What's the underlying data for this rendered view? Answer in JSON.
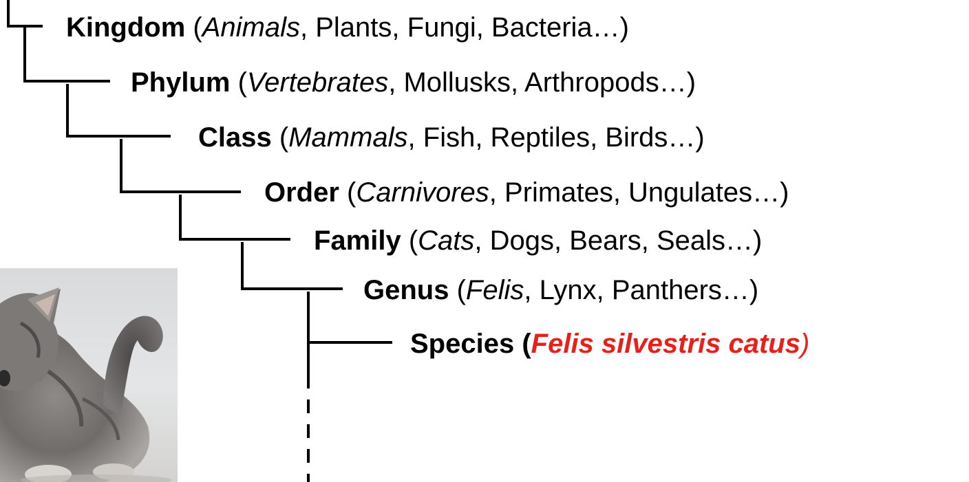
{
  "colors": {
    "line": "#000000",
    "highlight": "#e8201a"
  },
  "ranks": [
    {
      "name": "Kingdom",
      "open": " (",
      "highlight": "Animals",
      "rest": ", Plants, Fungi, Bacteria…)",
      "close": ""
    },
    {
      "name": "Phylum",
      "open": " (",
      "highlight": "Vertebrates",
      "rest": ", Mollusks, Arthropods…)",
      "close": ""
    },
    {
      "name": "Class",
      "open": " (",
      "highlight": "Mammals",
      "rest": ", Fish, Reptiles, Birds…)",
      "close": ""
    },
    {
      "name": "Order",
      "open": " (",
      "highlight": "Carnivores",
      "rest": ", Primates, Ungulates…)",
      "close": ""
    },
    {
      "name": "Family",
      "open": " (",
      "highlight": "Cats",
      "rest": ", Dogs, Bears, Seals…)",
      "close": ""
    },
    {
      "name": "Genus",
      "open": " (",
      "highlight": "Felis",
      "rest": ", Lynx, Panthers…)",
      "close": ""
    },
    {
      "name": "Species",
      "open": " (",
      "highlight": "Felis silvestris catus",
      "rest": "",
      "close": ")"
    }
  ],
  "image": {
    "subject": "kitten-photo"
  }
}
